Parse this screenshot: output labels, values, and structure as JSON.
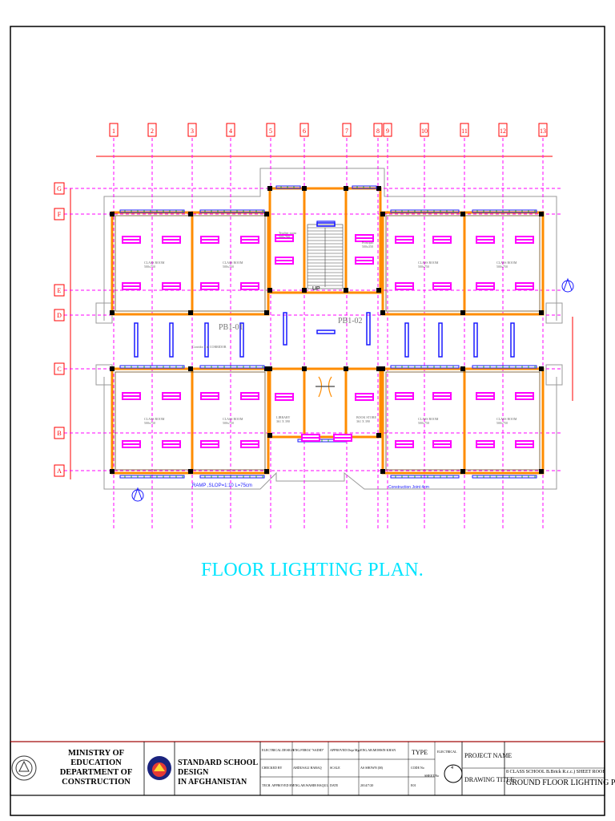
{
  "drawing_title": "FLOOR LIGHTING PLAN.",
  "grid": {
    "columns": [
      "1",
      "2",
      "3",
      "4",
      "5",
      "6",
      "7",
      "8",
      "9",
      "10",
      "11",
      "12",
      "13"
    ],
    "rows": [
      "G",
      "F",
      "E",
      "D",
      "C",
      "B",
      "A"
    ]
  },
  "rooms": {
    "class_room": "CLASS ROOM",
    "class_size": "500x750",
    "teacher_room": "Teacher room",
    "teacher_size": "500x700",
    "principal": "Principal",
    "principal_size": "500x350",
    "library": "LIBRARY",
    "library_size": "361 X 390",
    "book_store": "BOOK STORE",
    "book_store_size": "361 X 390",
    "corridor": "Corridor 3 m CORRIDOR",
    "up": "UP"
  },
  "panels": {
    "pb1": "PB1-01",
    "pb2": "PB1-02"
  },
  "notes": {
    "ramp": "RAMP ,SLOP=1:10 L=75cm",
    "construction": "Construction Joint 4cm"
  },
  "title_block": {
    "ministry": [
      "MINISTRY OF EDUCATION",
      "DEPARTMENT OF",
      "CONSTRUCTION"
    ],
    "school_design": [
      "STANDARD SCHOOL DESIGN",
      "IN AFGHANISTAN"
    ],
    "electrical_design": "ELECTRICAL DESIGN",
    "eng": "ENG.FEROZ \"SADID\"",
    "approved": "APPROVED Dept Mgr",
    "approved_by": "ENG.AB.MOHSIN KHAN",
    "checked_by": "CHECKED BY",
    "checked_name": "AHDUSALI HABAQ",
    "scale": "SCALE",
    "scale_value": "AS SHOWN (M)",
    "tech_approved": "TECH. APPROVED BY",
    "tech_name": "ENG.AB.WAHIB HAQUL",
    "date": "DATE",
    "date_value": "2014/7/20",
    "type": "TYPE",
    "type_value": "ELECTRICAL",
    "code": "CODE No",
    "sheet": "SHEET No",
    "e01": "E01",
    "project_name": "PROJECT NAME",
    "project_value": "8 CLASS SCHOOL B.Brick R.c.c.) SHEET ROOF",
    "drawing_title_label": "DRAWING TITLE",
    "drawing_title_value": "GROUND FLOOR LIGHTING PLAN",
    "sheet_number": "4"
  },
  "colors": {
    "grid_line": "#ff00ff",
    "dimension": "#ff0000",
    "wall": "#ff8c00",
    "light": "#ff00ff",
    "fixture_blue": "#1a1aff",
    "title": "#00e5ff",
    "outline": "#808080"
  }
}
